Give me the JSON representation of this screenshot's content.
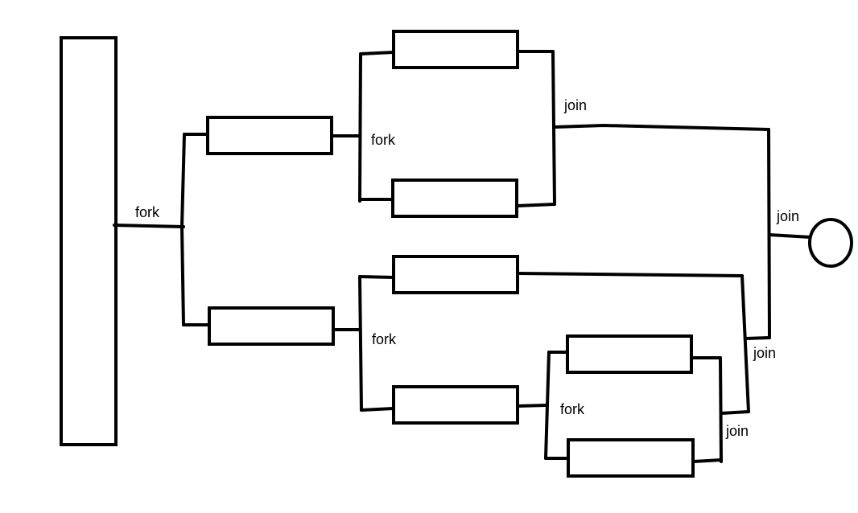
{
  "diagram": {
    "labels": {
      "fork_main": "fork",
      "fork_top": "fork",
      "join_top": "join",
      "join_final": "join",
      "fork_bottom": "fork",
      "join_middle": "join",
      "fork_inner": "fork",
      "join_inner": "join"
    },
    "colors": {
      "stroke": "#000000",
      "background": "#ffffff"
    }
  }
}
